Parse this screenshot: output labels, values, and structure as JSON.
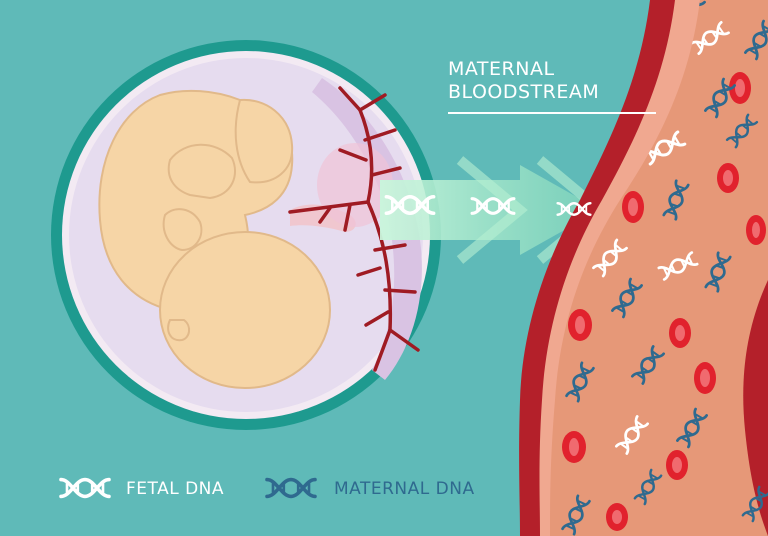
{
  "title": {
    "line1": "MATERNAL",
    "line2": "BLOODSTREAM"
  },
  "legend": {
    "fetal_label": "FETAL DNA",
    "maternal_label": "MATERNAL DNA"
  },
  "colors": {
    "background": "#5fbab8",
    "uterus_wall": "#1e9a8f",
    "amniotic_fluid": "#e6dcef",
    "fetus": "#f6d5a6",
    "fetus_outline": "#e1b98a",
    "vessel_wall": "#b4202a",
    "vessel_lumen": "#e69878",
    "red_cell": "#e1222d",
    "fetal_dna": "#ffffff",
    "maternal_dna": "#2f6a8f",
    "arrow": "#a6ecc8"
  },
  "icons": {
    "fetal_dna": "dna-helix-white-icon",
    "maternal_dna": "dna-helix-blue-icon"
  }
}
